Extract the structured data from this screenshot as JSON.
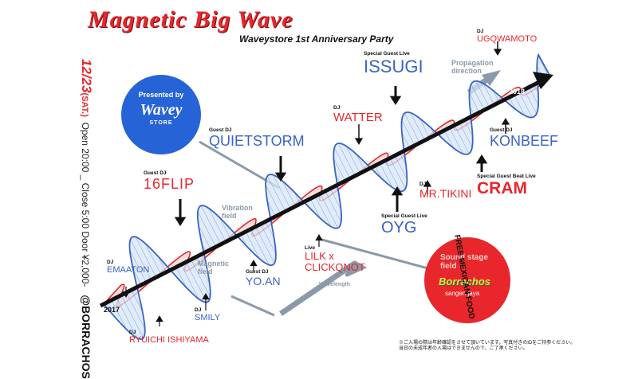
{
  "header": {
    "title": "Magnetic Big Wave",
    "subtitle": "Waveystore 1st Anniversary Party"
  },
  "event": {
    "date": "12/23",
    "day": "(SAT.)",
    "details": "Open 20:00 _ Close 5:00  Door ¥2,000-",
    "handle": "@BORRACHOS"
  },
  "presenter": {
    "presented_by": "Presented by",
    "brand": "Wavey",
    "store": "STORE"
  },
  "timeline": {
    "start_year": "2017",
    "end_year": "2018"
  },
  "wave_labels": {
    "vibration": "Vibration field",
    "magnetic": "Magnetic field",
    "wavelength": "Wavelength",
    "propagation": "Propagation direction"
  },
  "sound_stage": {
    "label": "Sound stage field",
    "logo": "Borrachos",
    "location": "sangen jaya",
    "food": "FREE MEXICAN FOOD"
  },
  "performers": [
    {
      "role": "DJ",
      "name": "EMAATON",
      "color": "#3a63c6"
    },
    {
      "role": "DJ",
      "name": "RYUICHI ISHIYAMA",
      "color": "#e8262b"
    },
    {
      "role": "Guest DJ",
      "name": "16FLIP",
      "color": "#e8262b"
    },
    {
      "role": "DJ",
      "name": "SMILY",
      "color": "#3a63c6"
    },
    {
      "role": "Guest DJ",
      "name": "YO.AN",
      "color": "#3a63c6"
    },
    {
      "role": "Guest DJ",
      "name": "QUIETSTORM",
      "color": "#3a63c6"
    },
    {
      "role": "Live",
      "name": "LILK x CLICKQNOT",
      "color": "#e8262b"
    },
    {
      "role": "DJ",
      "name": "WATTER",
      "color": "#e8262b"
    },
    {
      "role": "Special Guest Live",
      "name": "OYG",
      "color": "#3a63c6"
    },
    {
      "role": "Special Guest Live",
      "name": "ISSUGI",
      "color": "#3a63c6"
    },
    {
      "role": "DJ",
      "name": "MR.TIKINI",
      "color": "#e8262b"
    },
    {
      "role": "Special Guest Beat Live",
      "name": "CRAM",
      "color": "#e8262b"
    },
    {
      "role": "Guest DJ",
      "name": "KONBEEF",
      "color": "#3a63c6"
    },
    {
      "role": "DJ",
      "name": "UGQWAMOTO",
      "color": "#e8262b"
    }
  ],
  "notice": {
    "line1": "※ご入場の際は年齢確認をさせて頂いています。写真付きのIDをご持参ください。",
    "line2": "当日の未成年者の入場はできませんので、ご了承ください。"
  },
  "colors": {
    "red": "#e8262b",
    "blue": "#3a63c6",
    "badge_blue": "#2563d6",
    "arrow_gray": "#8a9aa8"
  }
}
